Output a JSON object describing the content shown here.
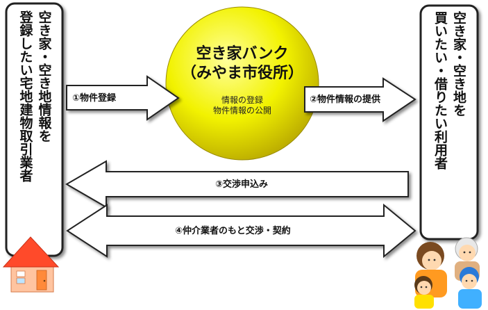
{
  "left_box": {
    "line1": "空き家・空き地情報を",
    "line2": "登録したい宅地建物取引業者"
  },
  "right_box": {
    "line1": "空き家・空き地を",
    "line2": "買いたい・借りたい利用者"
  },
  "center": {
    "title_line1": "空き家バンク",
    "title_line2": "（みやま市役所）",
    "sub_line1": "情報の登録",
    "sub_line2": "物件情報の公開"
  },
  "arrows": {
    "a1": "①物件登録",
    "a2": "②物件情報の提供",
    "a3": "③交渉申込み",
    "a4": "④仲介業者のもと交渉・契約"
  },
  "colors": {
    "sphere_light": "#ffff88",
    "sphere_mid": "#f2f200",
    "sphere_dark": "#b8a800",
    "house_roof": "#ff4a2a",
    "house_wall": "#ffc4a0",
    "house_door": "#ff8a3a"
  }
}
